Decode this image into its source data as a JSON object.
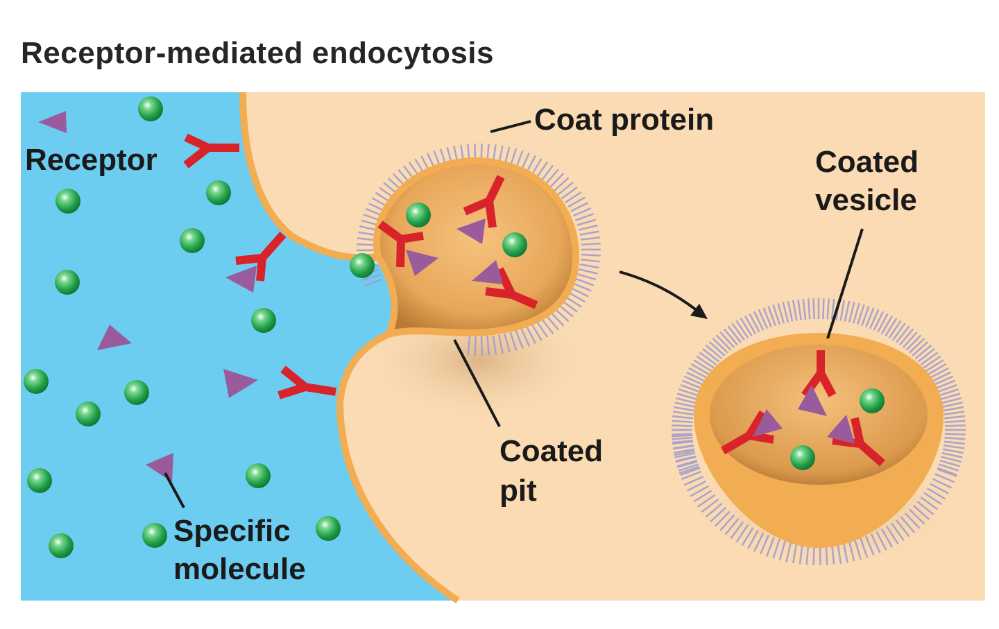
{
  "title": "Receptor-mediated endocytosis",
  "labels": {
    "coat_protein": "Coat protein",
    "receptor": "Receptor",
    "coated_vesicle_line1": "Coated",
    "coated_vesicle_line2": "vesicle",
    "coated_pit_line1": "Coated",
    "coated_pit_line2": "pit",
    "specific_molecule_line1": "Specific",
    "specific_molecule_line2": "molecule"
  },
  "colors": {
    "extracellular": "#6dcdf1",
    "cytoplasm": "#fadbb3",
    "membrane": "#f2ac52",
    "receptor": "#d9232a",
    "ligand": "#9a5b9c",
    "molecule": "#2fae5a",
    "coat": "#9d9bd0"
  }
}
